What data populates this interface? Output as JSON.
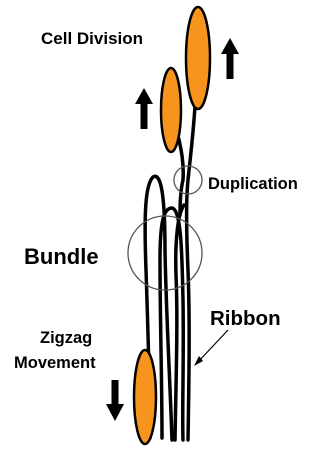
{
  "labels": {
    "cell_division": "Cell Division",
    "duplication": "Duplication",
    "bundle": "Bundle",
    "ribbon": "Ribbon",
    "zigzag_line1": "Zigzag",
    "zigzag_line2": "Movement"
  },
  "colors": {
    "cell_fill": "#F7941D",
    "stroke": "#000000",
    "circle_stroke": "#555555",
    "background": "#FFFFFF"
  },
  "arrows": [
    {
      "name": "arrow-up-right",
      "direction": "up"
    },
    {
      "name": "arrow-up-left",
      "direction": "up"
    },
    {
      "name": "arrow-down",
      "direction": "down"
    }
  ]
}
